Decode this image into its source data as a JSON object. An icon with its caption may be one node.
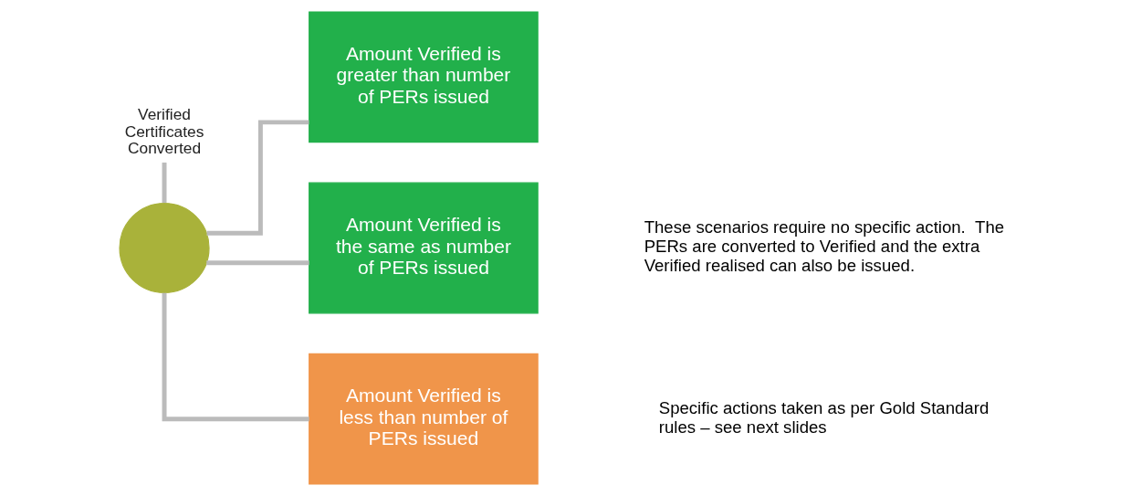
{
  "diagram": {
    "nodes": [
      {
        "text": [],
        "shape": "circle"
      },
      {
        "text": [
          "Verified Certificates Converted"
        ]
      },
      {
        "text": [
          "Amount Verified is greater than number of PERs issued"
        ]
      },
      {
        "text": [
          "Amount Verified is the same as number of PERs issued"
        ]
      },
      {
        "text": [
          "Amount Verified is less than number of PERs issued"
        ]
      }
    ],
    "edges": [
      {
        "from": 1,
        "to": 0,
        "arrow": "none"
      },
      {
        "from": 0,
        "to": 2,
        "arrow": "none"
      },
      {
        "from": 0,
        "to": 3,
        "arrow": "none"
      },
      {
        "from": 0,
        "to": 4,
        "arrow": "none"
      }
    ],
    "labels": [
      "These scenarios require no specific action.  The PERs are converted to Verified and the extra Verified realised can also be issued.",
      "Specific actions taken as per Gold Standard rules – see next slides"
    ]
  }
}
